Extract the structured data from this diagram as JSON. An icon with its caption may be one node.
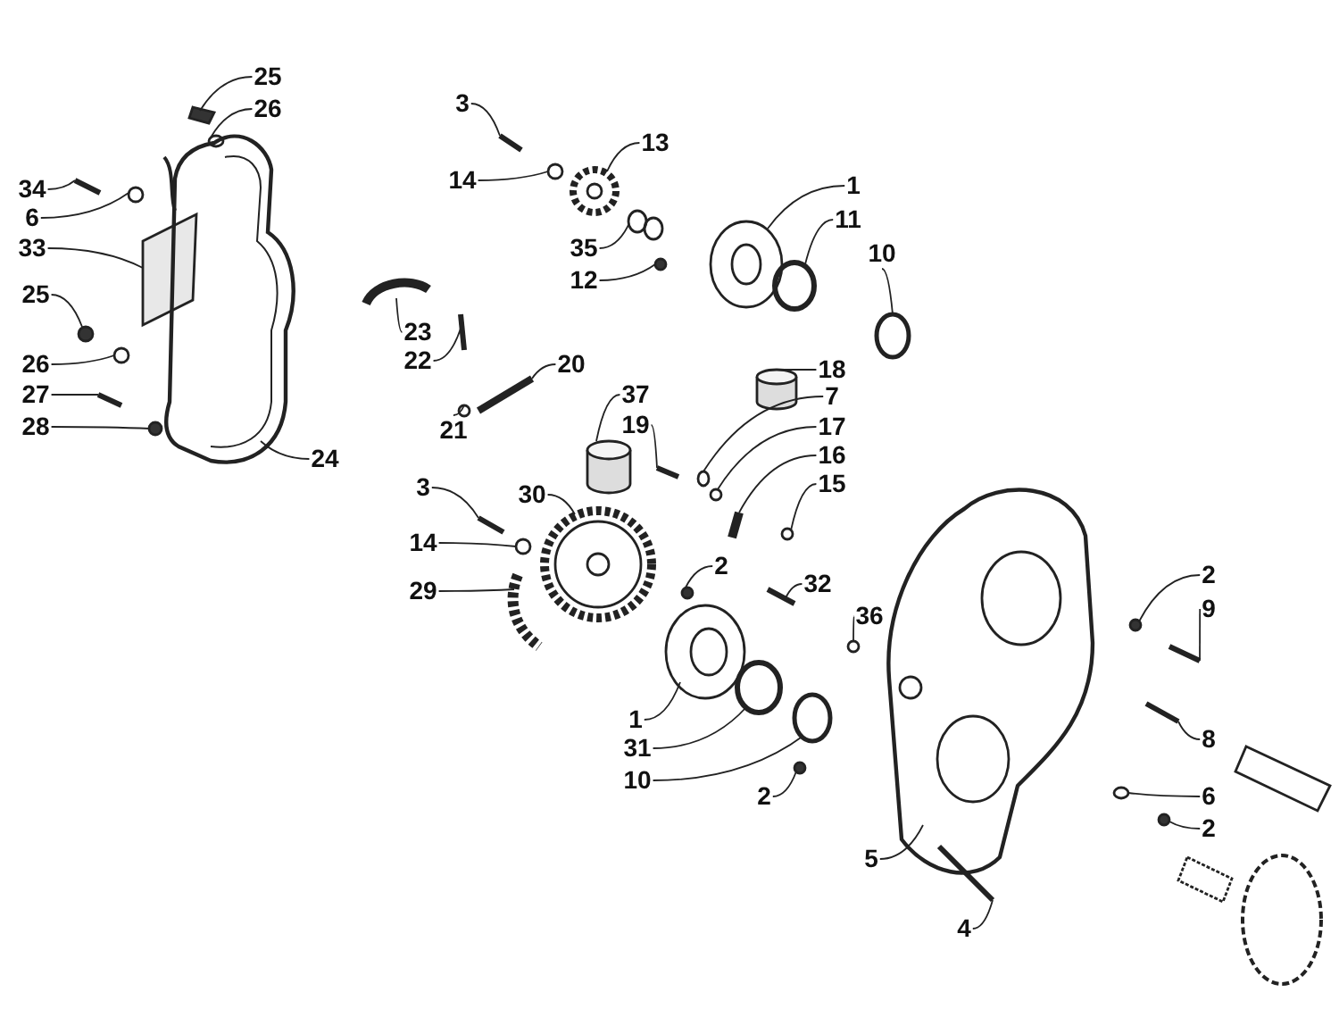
{
  "diagram": {
    "nodes": [
      {
        "text": [
          "25"
        ]
      },
      {
        "text": [
          "26"
        ]
      },
      {
        "text": [
          "34"
        ]
      },
      {
        "text": [
          "6"
        ]
      },
      {
        "text": [
          "33"
        ]
      },
      {
        "text": [
          "25"
        ]
      },
      {
        "text": [
          "26"
        ]
      },
      {
        "text": [
          "27"
        ]
      },
      {
        "text": [
          "28"
        ]
      },
      {
        "text": [
          "23"
        ]
      },
      {
        "text": [
          "22"
        ]
      },
      {
        "text": [
          "24"
        ]
      },
      {
        "text": [
          "3"
        ]
      },
      {
        "text": [
          "14"
        ]
      },
      {
        "text": [
          "13"
        ]
      },
      {
        "text": [
          "35"
        ]
      },
      {
        "text": [
          "12"
        ]
      },
      {
        "text": [
          "1"
        ]
      },
      {
        "text": [
          "11"
        ]
      },
      {
        "text": [
          "10"
        ]
      },
      {
        "text": [
          "20"
        ]
      },
      {
        "text": [
          "21"
        ]
      },
      {
        "text": [
          "37"
        ]
      },
      {
        "text": [
          "19"
        ]
      },
      {
        "text": [
          "18"
        ]
      },
      {
        "text": [
          "7"
        ]
      },
      {
        "text": [
          "17"
        ]
      },
      {
        "text": [
          "16"
        ]
      },
      {
        "text": [
          "15"
        ]
      },
      {
        "text": [
          "3"
        ]
      },
      {
        "text": [
          "14"
        ]
      },
      {
        "text": [
          "30"
        ]
      },
      {
        "text": [
          "29"
        ]
      },
      {
        "text": [
          "2"
        ]
      },
      {
        "text": [
          "32"
        ]
      },
      {
        "text": [
          "36"
        ]
      },
      {
        "text": [
          "1"
        ]
      },
      {
        "text": [
          "31"
        ]
      },
      {
        "text": [
          "10"
        ]
      },
      {
        "text": [
          "2"
        ]
      },
      {
        "text": [
          "2"
        ]
      },
      {
        "text": [
          "9"
        ]
      },
      {
        "text": [
          "8"
        ]
      },
      {
        "text": [
          "6"
        ]
      },
      {
        "text": [
          "2"
        ]
      },
      {
        "text": [
          "5"
        ]
      },
      {
        "text": [
          "4"
        ]
      },
      {
        "text": [],
        "shape": "picture"
      },
      {
        "text": [],
        "shape": "circle"
      },
      {
        "text": [],
        "shape": "bar"
      },
      {
        "text": [],
        "shape": "circle"
      },
      {
        "text": [],
        "shape": "box"
      },
      {
        "text": [],
        "shape": "circle"
      },
      {
        "text": [],
        "shape": "circle"
      },
      {
        "text": [],
        "shape": "bar"
      },
      {
        "text": [],
        "shape": "circle"
      },
      {
        "text": [],
        "shape": "picture"
      },
      {
        "text": [],
        "shape": "bar"
      },
      {
        "text": [],
        "shape": "picture"
      },
      {
        "text": [],
        "shape": "bar"
      },
      {
        "text": [],
        "shape": "circle"
      },
      {
        "text": [],
        "shape": "picture"
      },
      {
        "text": [],
        "shape": "picture"
      },
      {
        "text": [],
        "shape": "circle"
      },
      {
        "text": [],
        "shape": "picture"
      },
      {
        "text": [],
        "shape": "circle"
      },
      {
        "text": [],
        "shape": "circle"
      },
      {
        "text": [],
        "shape": "bar"
      },
      {
        "text": [],
        "shape": "circle"
      },
      {
        "text": [],
        "shape": "cylinder"
      },
      {
        "text": [],
        "shape": "bar"
      },
      {
        "text": [],
        "shape": "cylinder"
      },
      {
        "text": [],
        "shape": "circle"
      },
      {
        "text": [],
        "shape": "circle"
      },
      {
        "text": [],
        "shape": "bar"
      },
      {
        "text": [],
        "shape": "circle"
      },
      {
        "text": [],
        "shape": "bar"
      },
      {
        "text": [],
        "shape": "circle"
      },
      {
        "text": [],
        "shape": "picture"
      },
      {
        "text": [],
        "shape": "picture"
      },
      {
        "text": [],
        "shape": "circle"
      },
      {
        "text": [],
        "shape": "bar"
      },
      {
        "text": [],
        "shape": "circle"
      },
      {
        "text": [],
        "shape": "picture"
      },
      {
        "text": [],
        "shape": "circle"
      },
      {
        "text": [],
        "shape": "circle"
      },
      {
        "text": [],
        "shape": "circle"
      },
      {
        "text": [],
        "shape": "circle"
      },
      {
        "text": [],
        "shape": "bar"
      },
      {
        "text": [],
        "shape": "bar"
      },
      {
        "text": [],
        "shape": "circle"
      },
      {
        "text": [],
        "shape": "circle"
      },
      {
        "text": [],
        "shape": "picture"
      },
      {
        "text": [],
        "shape": "bar"
      }
    ],
    "edges": [
      {
        "from": 0,
        "to": 47,
        "arrow": "none"
      },
      {
        "from": 1,
        "to": 48,
        "arrow": "none"
      },
      {
        "from": 2,
        "to": 49,
        "arrow": "none"
      },
      {
        "from": 3,
        "to": 50,
        "arrow": "none"
      },
      {
        "from": 4,
        "to": 51,
        "arrow": "none"
      },
      {
        "from": 5,
        "to": 52,
        "arrow": "none"
      },
      {
        "from": 6,
        "to": 53,
        "arrow": "none"
      },
      {
        "from": 7,
        "to": 54,
        "arrow": "none"
      },
      {
        "from": 8,
        "to": 55,
        "arrow": "none"
      },
      {
        "from": 9,
        "to": 56,
        "arrow": "none"
      },
      {
        "from": 10,
        "to": 57,
        "arrow": "none"
      },
      {
        "from": 11,
        "to": 58,
        "arrow": "none"
      },
      {
        "from": 12,
        "to": 59,
        "arrow": "none"
      },
      {
        "from": 13,
        "to": 60,
        "arrow": "none"
      },
      {
        "from": 14,
        "to": 61,
        "arrow": "none"
      },
      {
        "from": 15,
        "to": 62,
        "arrow": "none"
      },
      {
        "from": 16,
        "to": 63,
        "arrow": "none"
      },
      {
        "from": 17,
        "to": 64,
        "arrow": "none"
      },
      {
        "from": 18,
        "to": 65,
        "arrow": "none"
      },
      {
        "from": 19,
        "to": 66,
        "arrow": "none"
      },
      {
        "from": 20,
        "to": 67,
        "arrow": "none"
      },
      {
        "from": 21,
        "to": 68,
        "arrow": "none"
      },
      {
        "from": 22,
        "to": 69,
        "arrow": "none"
      },
      {
        "from": 23,
        "to": 70,
        "arrow": "none"
      },
      {
        "from": 24,
        "to": 71,
        "arrow": "none"
      },
      {
        "from": 25,
        "to": 72,
        "arrow": "none"
      },
      {
        "from": 26,
        "to": 73,
        "arrow": "none"
      },
      {
        "from": 27,
        "to": 74,
        "arrow": "none"
      },
      {
        "from": 28,
        "to": 75,
        "arrow": "none"
      },
      {
        "from": 29,
        "to": 76,
        "arrow": "none"
      },
      {
        "from": 30,
        "to": 77,
        "arrow": "none"
      },
      {
        "from": 31,
        "to": 78,
        "arrow": "none"
      },
      {
        "from": 32,
        "to": 79,
        "arrow": "none"
      },
      {
        "from": 33,
        "to": 80,
        "arrow": "none"
      },
      {
        "from": 34,
        "to": 81,
        "arrow": "none"
      },
      {
        "from": 35,
        "to": 82,
        "arrow": "none"
      },
      {
        "from": 36,
        "to": 83,
        "arrow": "none"
      },
      {
        "from": 37,
        "to": 84,
        "arrow": "none"
      },
      {
        "from": 38,
        "to": 85,
        "arrow": "none"
      },
      {
        "from": 39,
        "to": 86,
        "arrow": "none"
      },
      {
        "from": 40,
        "to": 87,
        "arrow": "none"
      },
      {
        "from": 41,
        "to": 88,
        "arrow": "none"
      },
      {
        "from": 42,
        "to": 89,
        "arrow": "none"
      },
      {
        "from": 43,
        "to": 90,
        "arrow": "none"
      },
      {
        "from": 44,
        "to": 91,
        "arrow": "none"
      },
      {
        "from": 45,
        "to": 92,
        "arrow": "none"
      },
      {
        "from": 46,
        "to": 93,
        "arrow": "none"
      }
    ]
  }
}
